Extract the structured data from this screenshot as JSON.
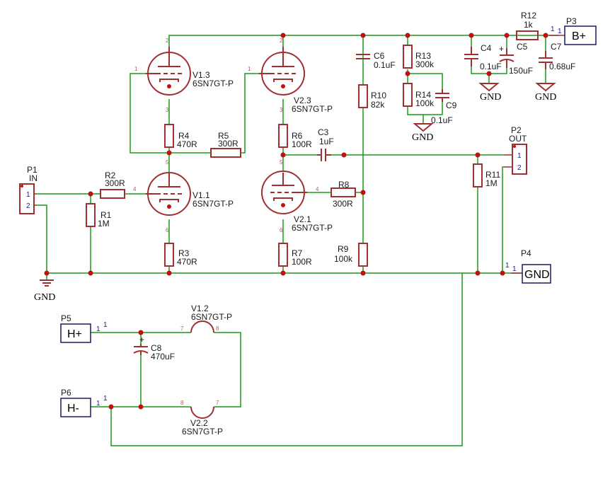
{
  "colors": {
    "wire": "#1a9a1a",
    "part": "#a03030",
    "junction": "#c01010",
    "pin_number": "#1a1a90"
  },
  "tubes": {
    "v13": {
      "ref": "V1.3",
      "value": "6SN7GT-P",
      "pins": [
        "1",
        "2",
        "3"
      ]
    },
    "v23": {
      "ref": "V2.3",
      "value": "6SN7GT-P",
      "pins": [
        "1",
        "2",
        "3"
      ]
    },
    "v11": {
      "ref": "V1.1",
      "value": "6SN7GT-P",
      "pins": [
        "4",
        "5",
        "6"
      ]
    },
    "v21": {
      "ref": "V2.1",
      "value": "6SN7GT-P",
      "pins": [
        "4",
        "5",
        "6"
      ]
    },
    "v12": {
      "ref": "V1.2",
      "value": "6SN7GT-P",
      "pins": [
        "7",
        "8"
      ]
    },
    "v22": {
      "ref": "V2.2",
      "value": "6SN7GT-P",
      "pins": [
        "8",
        "7"
      ]
    }
  },
  "components": {
    "r1": {
      "ref": "R1",
      "value": "1M"
    },
    "r2": {
      "ref": "R2",
      "value": "300R"
    },
    "r3": {
      "ref": "R3",
      "value": "470R"
    },
    "r4": {
      "ref": "R4",
      "value": "470R"
    },
    "r5": {
      "ref": "R5",
      "value": "300R"
    },
    "r6": {
      "ref": "R6",
      "value": "100R"
    },
    "r7": {
      "ref": "R7",
      "value": "100R"
    },
    "r8": {
      "ref": "R8",
      "value": "300R"
    },
    "r9": {
      "ref": "R9",
      "value": "100k"
    },
    "r10": {
      "ref": "R10",
      "value": "82k"
    },
    "r11": {
      "ref": "R11",
      "value": "1M"
    },
    "r12": {
      "ref": "R12",
      "value": "1k"
    },
    "r13": {
      "ref": "R13",
      "value": "300k"
    },
    "r14": {
      "ref": "R14",
      "value": "100k"
    },
    "c3": {
      "ref": "C3",
      "value": "1uF"
    },
    "c4": {
      "ref": "C4",
      "value": "0.1uF"
    },
    "c5": {
      "ref": "C5",
      "value": "150uF"
    },
    "c6": {
      "ref": "C6",
      "value": "0.1uF"
    },
    "c7": {
      "ref": "C7",
      "value": "0.68uF"
    },
    "c8": {
      "ref": "C8",
      "value": "470uF"
    },
    "c9": {
      "ref": "C9",
      "value": "0.1uF"
    }
  },
  "connectors": {
    "p1": {
      "ref": "P1",
      "name": "IN",
      "pins": [
        "1",
        "2"
      ]
    },
    "p2": {
      "ref": "P2",
      "name": "OUT",
      "pins": [
        "1",
        "2"
      ]
    },
    "p3": {
      "ref": "P3",
      "label": "B+",
      "pin": "1",
      "wire_pin": "1"
    },
    "p4": {
      "ref": "P4",
      "label": "GND",
      "pin": "1",
      "wire_pin": "1"
    },
    "p5": {
      "ref": "P5",
      "label": "H+",
      "pin": "1",
      "wire_pin": "1"
    },
    "p6": {
      "ref": "P6",
      "label": "H-",
      "pin": "1",
      "wire_pin": "1"
    }
  },
  "grounds": {
    "label": "GND"
  },
  "polarity": "+"
}
